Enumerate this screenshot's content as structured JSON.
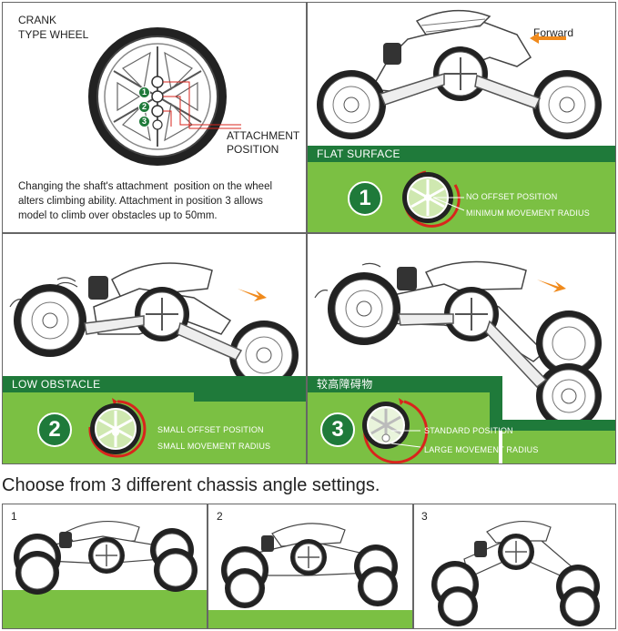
{
  "panel1": {
    "title_line1": "CRANK",
    "title_line2": "TYPE WHEEL",
    "hole_numbers": [
      "1",
      "2",
      "3"
    ],
    "attachment_label_line1": "ATTACHMENT",
    "attachment_label_line2": "POSITION",
    "description_line1": "Changing the shaft's attachment  position on the wheel",
    "description_line2": "alters climbing ability. Attachment in position 3 allows",
    "description_line3": "model to climb over obstacles up to 50mm."
  },
  "panel2": {
    "forward_label": "Forward",
    "surface_label": "FLAT SURFACE",
    "badge": "1",
    "line1": "NO OFFSET POSITION",
    "line2": "MINIMUM MOVEMENT RADIUS"
  },
  "panel3": {
    "surface_label": "LOW OBSTACLE",
    "badge": "2",
    "line1": "SMALL OFFSET POSITION",
    "line2": "SMALL MOVEMENT RADIUS"
  },
  "panel4": {
    "surface_label": "较高障碍物",
    "badge": "3",
    "line1": "STANDARD POSITION",
    "line2": "LARGE MOVEMENT RADIUS"
  },
  "heading": "Choose from 3 different chassis angle settings.",
  "settings": [
    {
      "number": "1"
    },
    {
      "number": "2"
    },
    {
      "number": "3"
    }
  ],
  "colors": {
    "green_light": "#7bc043",
    "green_dark": "#1f7a3a",
    "arrow_orange": "#f08a1c",
    "radius_red": "#d9241c"
  }
}
